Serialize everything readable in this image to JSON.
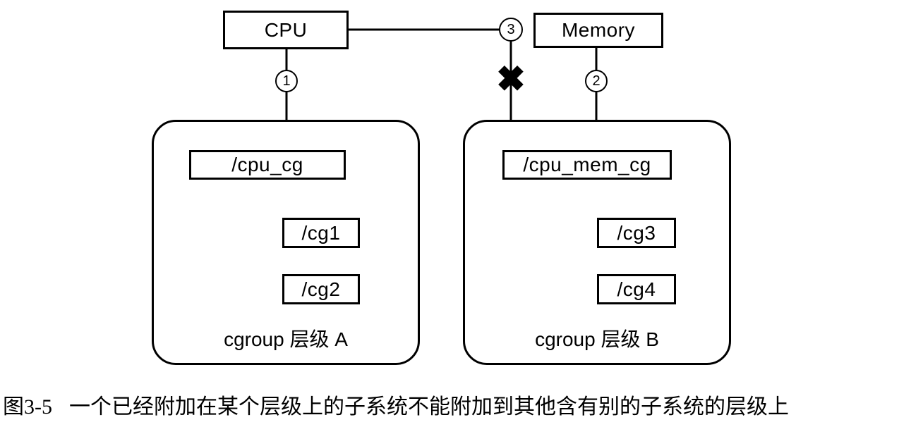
{
  "figure": {
    "nodes": {
      "cpu": "CPU",
      "memory": "Memory",
      "cpu_cg": "/cpu_cg",
      "cg1": "/cg1",
      "cg2": "/cg2",
      "cpu_mem_cg": "/cpu_mem_cg",
      "cg3": "/cg3",
      "cg4": "/cg4"
    },
    "groups": {
      "hierarchy_a": "cgroup 层级 A",
      "hierarchy_b": "cgroup 层级 B"
    },
    "markers": {
      "step_1": "1",
      "step_2": "2",
      "step_3": "3",
      "forbidden": "✖"
    },
    "caption": {
      "figure_label": "图3-5",
      "text": "一个已经附加在某个层级上的子系统不能附加到其他含有别的子系统的层级上"
    },
    "colors": {
      "line": "#000000",
      "background": "#ffffff"
    }
  }
}
